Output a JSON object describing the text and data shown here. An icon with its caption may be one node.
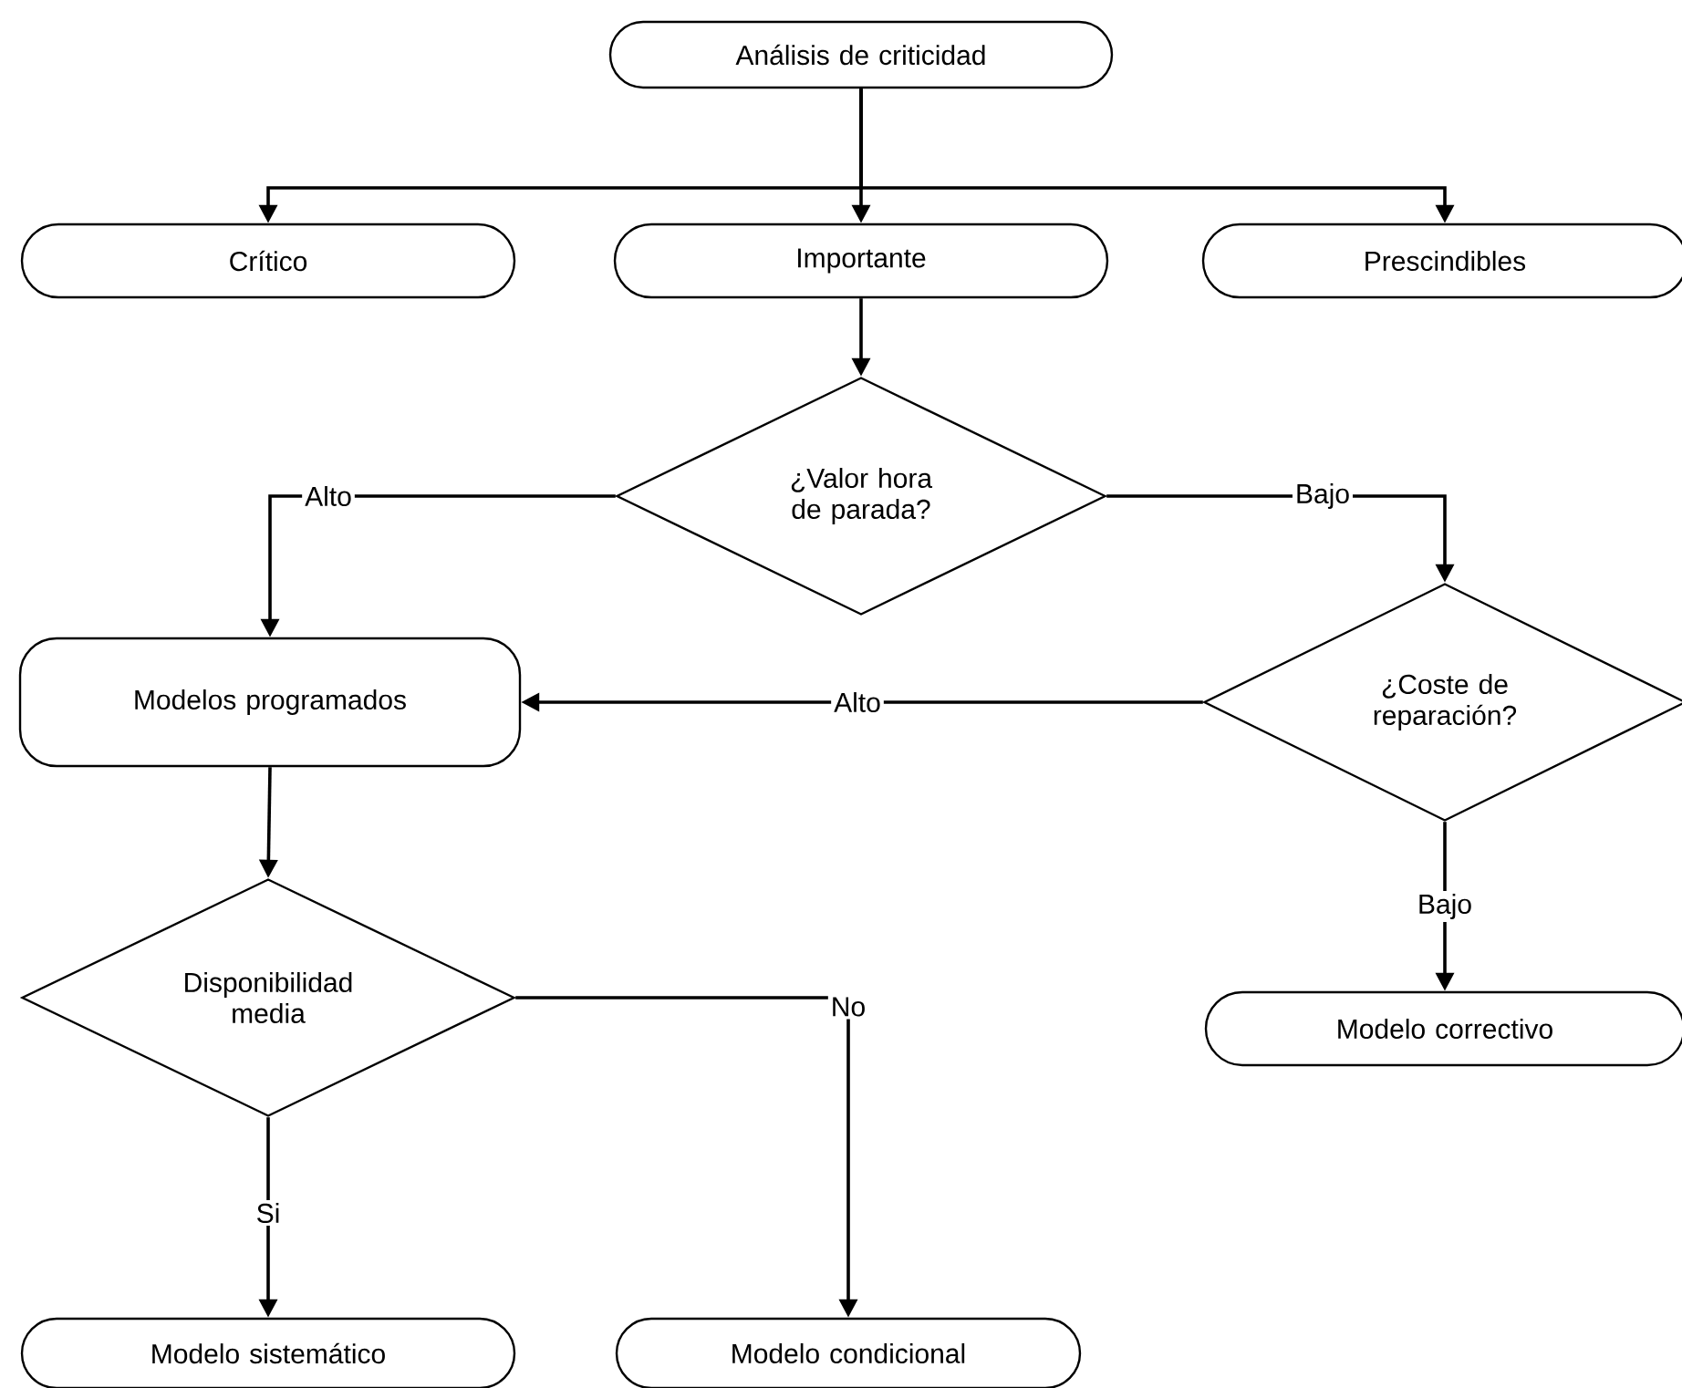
{
  "diagram": {
    "nodes": [
      {
        "text": [
          "Análisis de criticidad"
        ]
      },
      {
        "text": [
          "Crítico"
        ]
      },
      {
        "text": [
          "Importante"
        ]
      },
      {
        "text": [
          "Prescindibles"
        ]
      },
      {
        "text": [
          "¿Valor hora de parada?"
        ]
      },
      {
        "text": [
          "Modelos programados"
        ]
      },
      {
        "text": [
          "¿Coste de reparación?"
        ]
      },
      {
        "text": [
          "Disponibilidad media"
        ]
      },
      {
        "text": [
          "Modelo correctivo"
        ]
      },
      {
        "text": [
          "Modelo sistemático"
        ]
      },
      {
        "text": [
          "Modelo condicional"
        ]
      }
    ],
    "edges": [
      {
        "from": 0,
        "to": 1,
        "arrow": "to"
      },
      {
        "from": 0,
        "to": 2,
        "arrow": "to"
      },
      {
        "from": 0,
        "to": 3,
        "arrow": "to"
      },
      {
        "from": 2,
        "to": 4,
        "arrow": "to"
      },
      {
        "from": 4,
        "to": 5,
        "arrow": "to",
        "label": "Alto"
      },
      {
        "from": 4,
        "to": 6,
        "arrow": "to",
        "label": "Bajo"
      },
      {
        "from": 6,
        "to": 5,
        "arrow": "to",
        "label": "Alto"
      },
      {
        "from": 5,
        "to": 7,
        "arrow": "to"
      },
      {
        "from": 6,
        "to": 8,
        "arrow": "to",
        "label": "Bajo"
      },
      {
        "from": 7,
        "to": 9,
        "arrow": "to",
        "label": "Si"
      },
      {
        "from": 7,
        "to": 10,
        "arrow": "to",
        "label": "No"
      }
    ]
  }
}
